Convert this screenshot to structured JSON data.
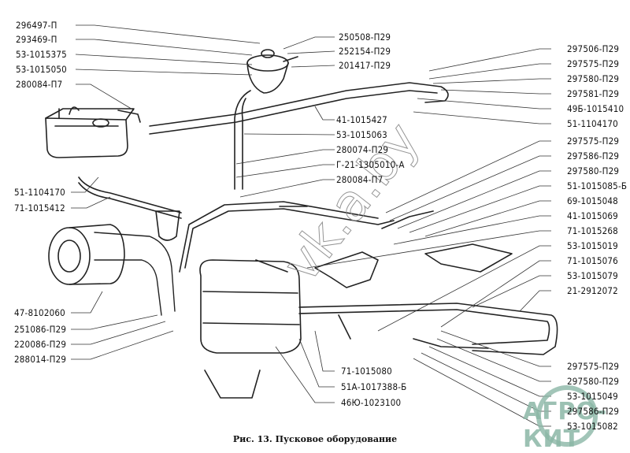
{
  "figure": {
    "caption": "Рис. 13. Пусковое оборудование",
    "watermark": "vk.a.by",
    "watermark_logo": "АГРО-КИТ",
    "watermark_color": "#8bb7a6"
  },
  "labels": {
    "left_top": [
      "296497-П",
      "293469-П",
      "53-1015375",
      "53-1015050",
      "280084-П7"
    ],
    "left_mid": [
      "51-1104170",
      "71-1015412"
    ],
    "left_bottom": [
      "47-8102060",
      "251086-П29",
      "220086-П29",
      "288014-П29"
    ],
    "top_center": [
      "250508-П29",
      "252154-П29",
      "201417-П29"
    ],
    "center": [
      "41-1015427",
      "53-1015063",
      "280074-П29",
      "Г-21-1305010-А",
      "280084-П7"
    ],
    "bottom_center": [
      "71-1015080",
      "51А-1017388-Б",
      "46Ю-1023100"
    ],
    "right": [
      "297506-П29",
      "297575-П29",
      "297580-П29",
      "297581-П29",
      "49Б-1015410",
      "51-1104170",
      "297575-П29",
      "297586-П29",
      "297580-П29",
      "51-1015085-Б",
      "69-1015048",
      "41-1015069",
      "71-1015268",
      "53-1015019",
      "71-1015076",
      "53-1015079",
      "21-2912072",
      "297575-П29",
      "297580-П29",
      "53-1015049",
      "297586-П29",
      "53-1015082"
    ]
  }
}
